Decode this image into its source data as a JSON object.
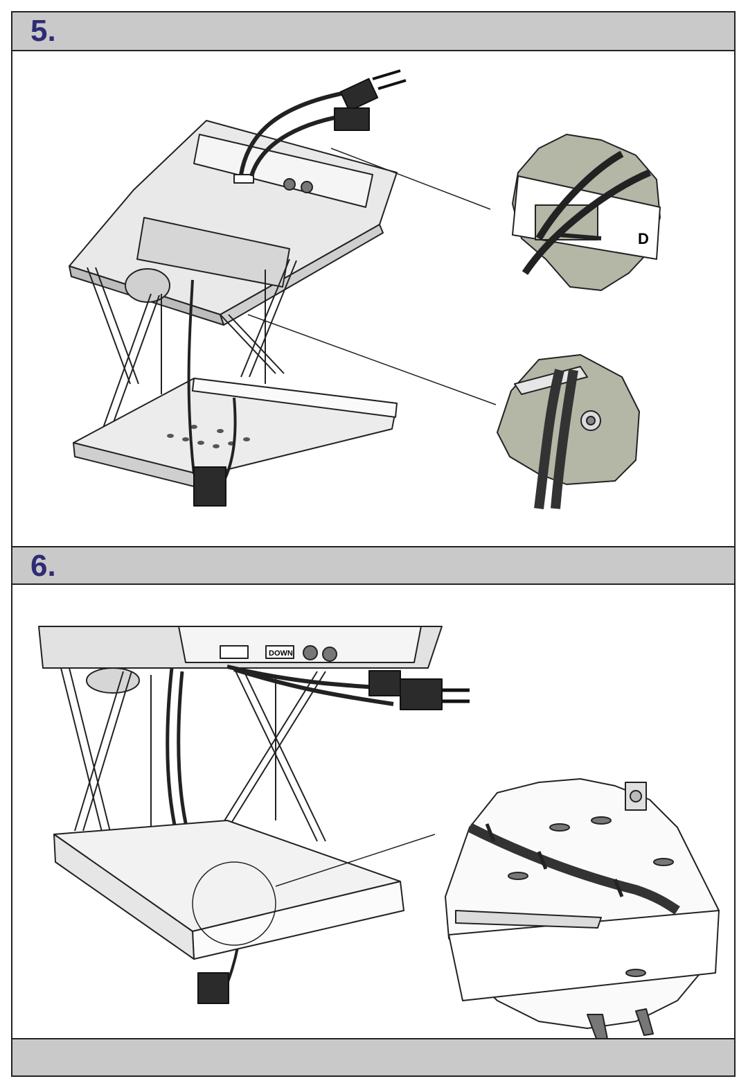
{
  "steps": [
    {
      "number": "5."
    },
    {
      "number": "6."
    }
  ],
  "labels": {
    "down_button": "DOWN",
    "detail_letter": "D"
  },
  "colors": {
    "header_fill": "#c9c9c9",
    "step_number": "#2f2b73",
    "outline": "#222222",
    "detail_fill": "#b4b6a6"
  },
  "icons": [
    "power-plug-icon",
    "iec-connector-icon",
    "knob-icon",
    "cable-tie-icon"
  ]
}
